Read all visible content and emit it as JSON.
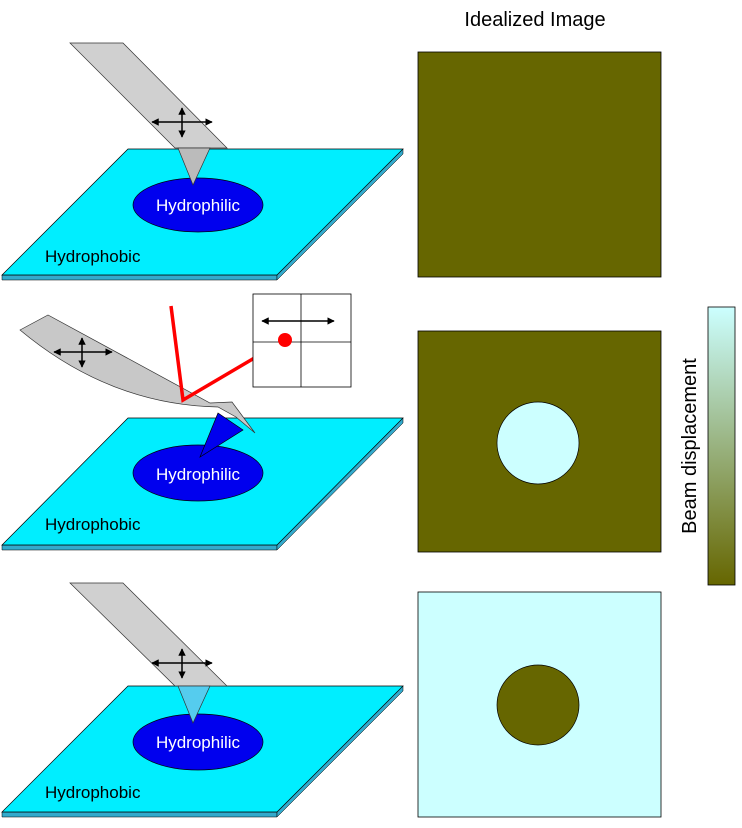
{
  "title": "Idealized Image",
  "colorbar_label": "Beam displacement",
  "colors": {
    "surface": "#00eeff",
    "surface_edge": "#33aacc",
    "hydrophilic": "#0000ee",
    "cantilever": "#c8c8c8",
    "laser": "#ff0000",
    "image_dark": "#666600",
    "image_light": "#ccffff"
  },
  "panels": [
    {
      "hydrophilic_label": "Hydrophilic",
      "hydrophobic_label": "Hydrophobic"
    },
    {
      "hydrophilic_label": "Hydrophilic",
      "hydrophobic_label": "Hydrophobic"
    },
    {
      "hydrophilic_label": "Hydrophilic",
      "hydrophobic_label": "Hydrophobic"
    }
  ]
}
